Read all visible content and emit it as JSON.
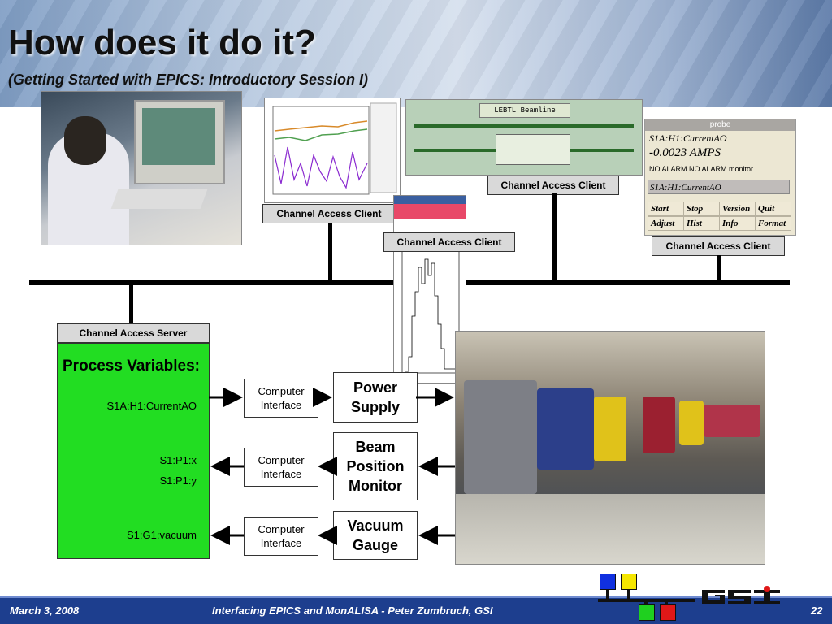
{
  "slide": {
    "title": "How does it do it?",
    "subtitle": "(Getting Started with EPICS: Introductory Session I)"
  },
  "clients": {
    "label_1": "Channel Access Client",
    "label_2": "Channel Access Client",
    "label_3": "Channel Access Client",
    "label_4": "Channel Access Client"
  },
  "probe_window": {
    "title": "probe",
    "pv_name": "S1A:H1:CurrentAO",
    "value": "-0.0023 AMPS",
    "status": "NO ALARM  NO ALARM  monitor",
    "input_value": "S1A:H1:CurrentAO",
    "buttons": [
      "Start",
      "Stop",
      "Version",
      "Quit",
      "Adjust",
      "Hist",
      "Info",
      "Format"
    ]
  },
  "beamline_window": {
    "title": "LEBTL Beamline"
  },
  "server": {
    "label": "Channel Access Server",
    "heading": "Process Variables:",
    "pvs": [
      "S1A:H1:CurrentAO",
      "S1:P1:x",
      "S1:P1:y",
      "S1:G1:vacuum"
    ]
  },
  "interfaces": {
    "ci_1": "Computer Interface",
    "ci_2": "Computer Interface",
    "ci_3": "Computer Interface"
  },
  "devices": {
    "power_supply": "Power Supply",
    "bpm": "Beam Position Monitor",
    "vacuum": "Vacuum Gauge"
  },
  "footer": {
    "date": "March 3, 2008",
    "talk": "Interfacing EPICS and MonALISA - Peter Zumbruch, GSI",
    "page": "22"
  },
  "colors": {
    "server_fill": "#22dd22",
    "footer_bar": "#1d3e8e",
    "logo_blue": "#1030e0",
    "logo_yellow": "#f5e600",
    "logo_green": "#1fd01f",
    "logo_red": "#e01818"
  }
}
